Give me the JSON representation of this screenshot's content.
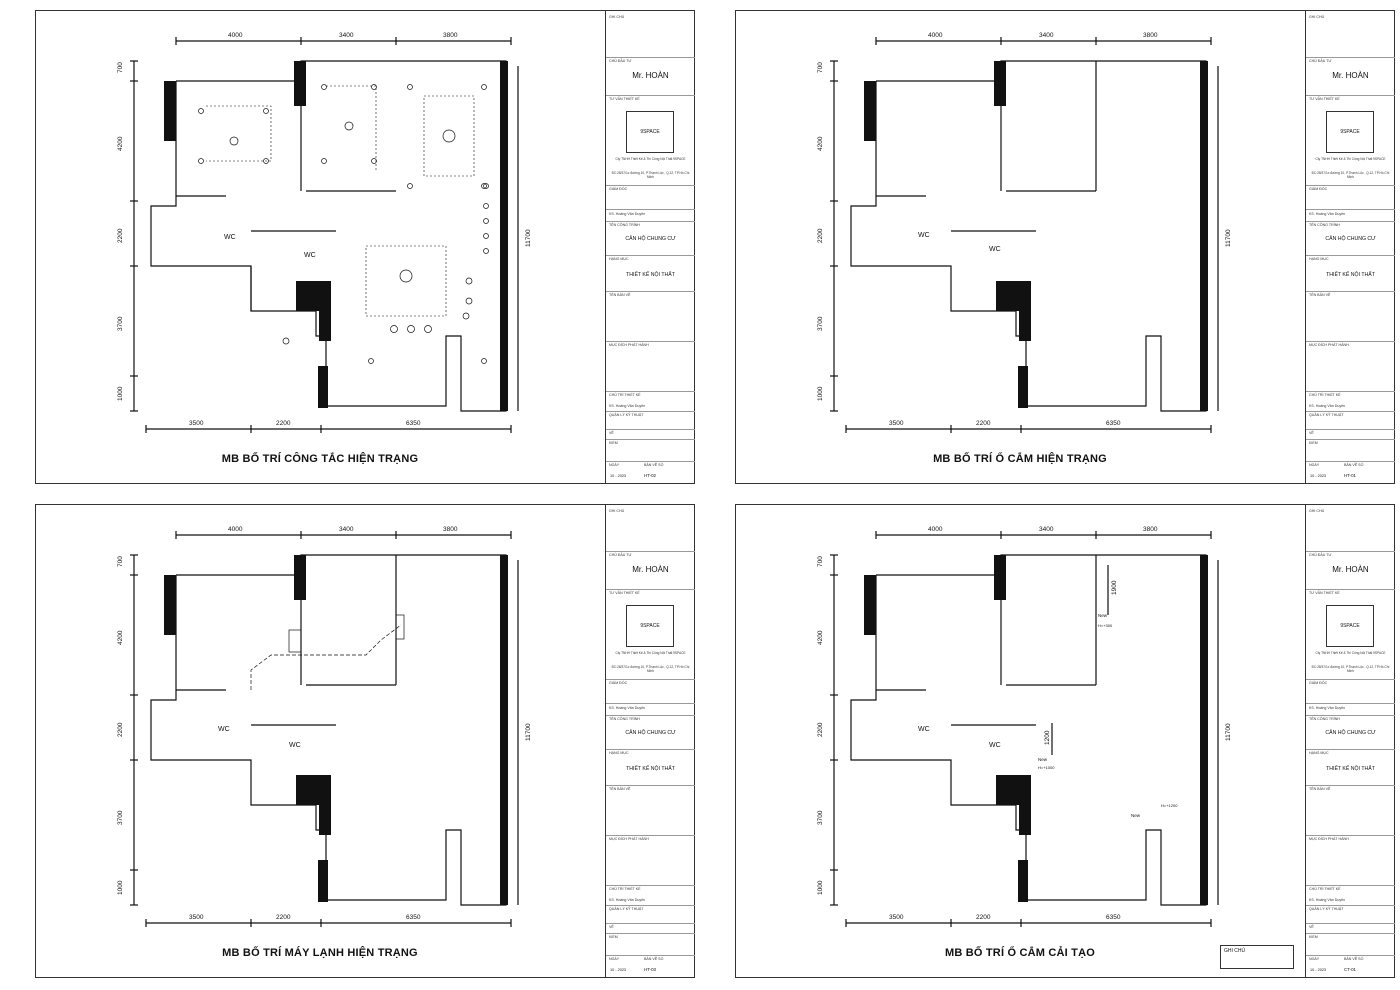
{
  "common": {
    "dims_top": [
      "4000",
      "3400",
      "3800"
    ],
    "dims_bottom": [
      "3500",
      "2200",
      "6350"
    ],
    "dims_left": [
      "700",
      "4200",
      "2200",
      "3700",
      "1000"
    ],
    "dim_right": "11700",
    "room_wc": "WC",
    "titleblock": {
      "ghi_chu": "GHI CHÚ",
      "chu_dau_tu": "CHỦ ĐẦU TƯ",
      "client": "Mr. HOÀN",
      "don_vi_tu_van": "TƯ VẤN THIẾT KẾ",
      "logo": "9SPACE",
      "company": "Cty TNHH Thiết Kế & Thi Công Nội Thất 9SPACE",
      "address": "ĐC:28/37/1c đường 10, P.Thạnh Lộc , Q.12, TP.Hồ Chí Minh",
      "giam_doc": "GIÁM ĐỐC",
      "giam_doc_name": "KS. Hoàng Văn Duyên",
      "ten_cong_trinh": "TÊN CÔNG TRÌNH",
      "project": "CĂN HỘ CHUNG CƯ",
      "hang_muc": "HẠNG MỤC",
      "scope": "THIẾT KẾ NỘI THẤT",
      "ten_ban_ve": "TÊN BẢN VẼ",
      "muc_dich": "MỤC ĐÍCH PHÁT HÀNH",
      "chu_tri": "CHỦ TRÌ THIẾT KẾ",
      "chu_tri_name": "KS. Hoàng Văn Duyên",
      "quan_ly": "QUẢN LÝ KỸ THUẬT",
      "ve": "VẼ",
      "kiem": "KIỂM",
      "ngay": "NGÀY",
      "ban_ve_so": "BẢN VẼ SỐ",
      "date": "10 - 2023"
    }
  },
  "sheets": [
    {
      "id": "s1",
      "title": "MB BỐ TRÍ CÔNG TẮC HIỆN TRẠNG",
      "code": "HT-02"
    },
    {
      "id": "s2",
      "title": "MB BỐ TRÍ Ổ CẮM HIỆN TRẠNG",
      "code": "HT-01"
    },
    {
      "id": "s3",
      "title": "MB BỐ TRÍ MÁY LẠNH HIỆN TRẠNG",
      "code": "HT-03"
    },
    {
      "id": "s4",
      "title": "MB BỐ TRÍ Ổ CẮM CẢI TẠO",
      "code": "CT-01"
    }
  ],
  "annotations_s4": {
    "dim_a": "1900",
    "dim_b": "1200",
    "new": "New",
    "h1": "H=+300",
    "h2": "H=+1000",
    "h3": "H=+1200",
    "note_title": "GHI CHÚ"
  }
}
